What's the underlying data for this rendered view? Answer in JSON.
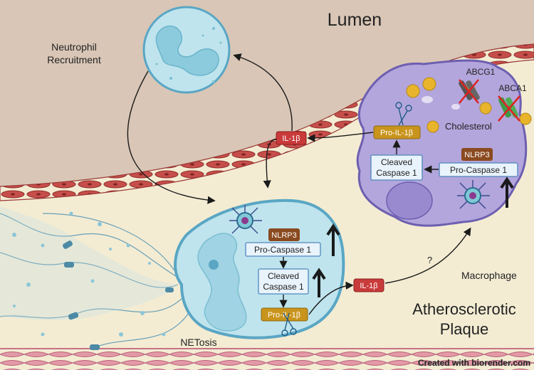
{
  "labels": {
    "lumen": "Lumen",
    "neutrophil_recruitment": [
      "Neutrophil",
      "Recruitment"
    ],
    "netosis": "NETosis",
    "macrophage": "Macrophage",
    "question_mark": "?",
    "atherosclerotic_plaque": [
      "Atherosclerotic",
      "Plaque"
    ],
    "abcg1": "ABCG1",
    "abca1": "ABCA1",
    "cholesterol": "Cholesterol",
    "credit": "Created with biorender.com"
  },
  "neutrophil": {
    "nlrp3": "NLRP3",
    "pro_caspase": "Pro-Caspase 1",
    "cleaved_caspase": [
      "Cleaved",
      "Caspase 1"
    ],
    "pro_il1b": "Pro-IL-1β"
  },
  "macrophage_cell": {
    "pro_il1b": "Pro-IL-1β",
    "cleaved_caspase": [
      "Cleaved",
      "Caspase 1"
    ],
    "nlrp3": "NLRP3",
    "pro_caspase": "Pro-Caspase 1"
  },
  "il1b_tags": {
    "endothelium": "IL-1β",
    "secreted": "IL-1β"
  },
  "colors": {
    "lumen": "#d9c6b6",
    "plaque": "#f3ecd3",
    "endothelium": "#b83f3d",
    "smooth_muscle": "#d98b9a",
    "neutrophil_fill": "#bfe4ee",
    "neutrophil_stroke": "#5aa6c4",
    "macrophage_fill": "#b3a6dc",
    "macrophage_stroke": "#6d5fb0",
    "il1b_tag": "#c93a3a",
    "nlrp3_tag": "#8a4a1f",
    "pro_il1b_tag": "#c9941c",
    "box_fill": "#e9f3fb",
    "box_stroke": "#4d86bd",
    "cholesterol": "#e7b42c"
  }
}
